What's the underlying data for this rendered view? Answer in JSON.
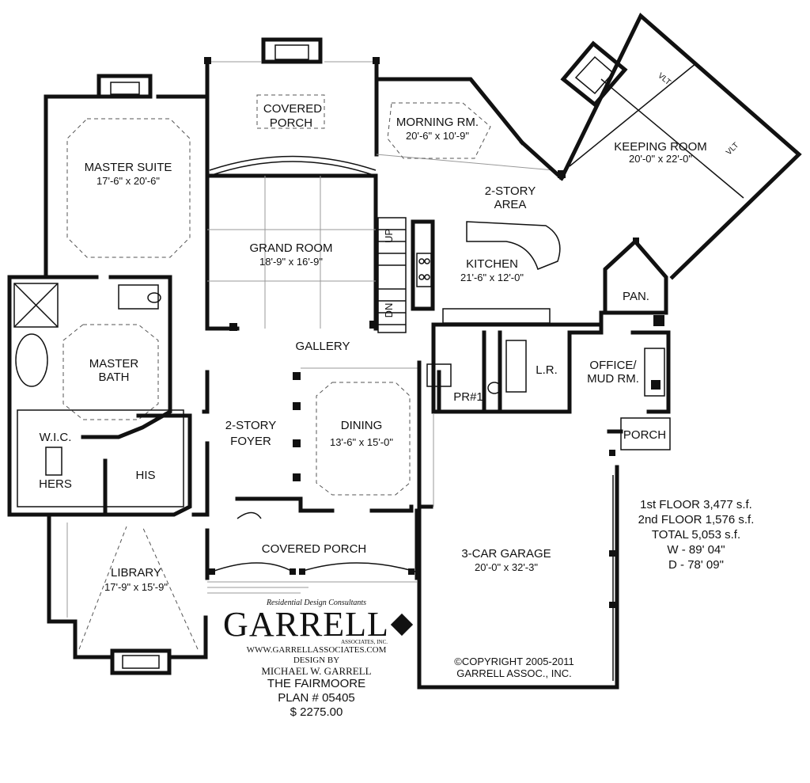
{
  "rooms": {
    "covered_porch_rear": {
      "name1": "COVERED",
      "name2": "PORCH"
    },
    "morning_rm": {
      "name": "MORNING RM.",
      "dims": "20'-6\" x 10'-9\""
    },
    "keeping_room": {
      "name": "KEEPING ROOM",
      "dims": "20'-0\" x 22'-0\""
    },
    "vlt": "VLT",
    "master_suite": {
      "name": "MASTER SUITE",
      "dims": "17'-6\" x 20'-6\""
    },
    "two_story_area": {
      "name1": "2-STORY",
      "name2": "AREA"
    },
    "grand_room": {
      "name": "GRAND ROOM",
      "dims": "18'-9\" x 16'-9\""
    },
    "kitchen": {
      "name": "KITCHEN",
      "dims": "21'-6\" x 12'-0\""
    },
    "stair_up": "UP",
    "stair_dn": "DN",
    "pan": "PAN.",
    "gallery": "GALLERY",
    "master_bath": {
      "name1": "MASTER",
      "name2": "BATH"
    },
    "lr": "L.R.",
    "office_mud": {
      "name1": "OFFICE/",
      "name2": "MUD RM."
    },
    "pr1": "PR#1",
    "porch_side": "PORCH",
    "wic": "W.I.C.",
    "foyer": {
      "name1": "2-STORY",
      "name2": "FOYER"
    },
    "dining": {
      "name": "DINING",
      "dims": "13'-6\" x 15'-0\""
    },
    "hers": "HERS",
    "his": "HIS",
    "covered_porch_front": "COVERED PORCH",
    "garage": {
      "name": "3-CAR GARAGE",
      "dims": "20'-0\" x 32'-3\""
    },
    "library": {
      "name": "LIBRARY",
      "dims": "17'-9\" x 15'-9\""
    }
  },
  "stats": {
    "first_floor": "1st FLOOR  3,477 s.f.",
    "second_floor": "2nd FLOOR  1,576 s.f.",
    "total": "TOTAL  5,053 s.f.",
    "width": "W - 89' 04\"",
    "depth": "D - 78' 09\""
  },
  "brand": {
    "tagline": "Residential Design Consultants",
    "logo": "GARRELL",
    "associates": "ASSOCIATES, INC.",
    "website": "WWW.GARRELLASSOCIATES.COM",
    "design_by": "DESIGN BY",
    "designer": "MICHAEL W. GARRELL",
    "plan_name": "THE FAIRMOORE",
    "plan_number": "PLAN # 05405",
    "price": "$ 2275.00"
  },
  "copyright": {
    "line1": "©COPYRIGHT 2005-2011",
    "line2": "GARRELL ASSOC., INC."
  }
}
